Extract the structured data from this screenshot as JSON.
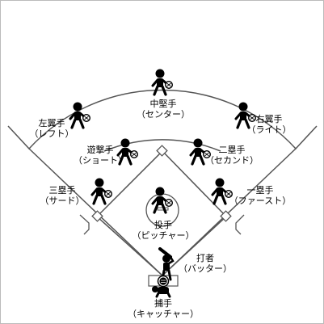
{
  "positions": {
    "center_field": {
      "name": "中堅手",
      "reading": "（センター）"
    },
    "left_field": {
      "name": "左翼手",
      "reading": "（レフト）"
    },
    "right_field": {
      "name": "右翼手",
      "reading": "（ライト）"
    },
    "shortstop": {
      "name": "遊撃手",
      "reading": "（ショート）"
    },
    "second_base": {
      "name": "二塁手",
      "reading": "（セカンド）"
    },
    "third_base": {
      "name": "三塁手",
      "reading": "（サード）"
    },
    "first_base": {
      "name": "一塁手",
      "reading": "（ファースト）"
    },
    "pitcher": {
      "name": "投手",
      "reading": "（ピッチャー）"
    },
    "batter": {
      "name": "打者",
      "reading": "（バッター）"
    },
    "catcher": {
      "name": "捕手",
      "reading": "（キャッチャー）"
    }
  },
  "icons": {
    "fielder": "fielder-with-glove-icon",
    "batter": "batter-with-bat-icon",
    "catcher": "catcher-icon"
  },
  "colors": {
    "line": "#555555",
    "figure": "#000000",
    "border": "#bbbbbb"
  }
}
